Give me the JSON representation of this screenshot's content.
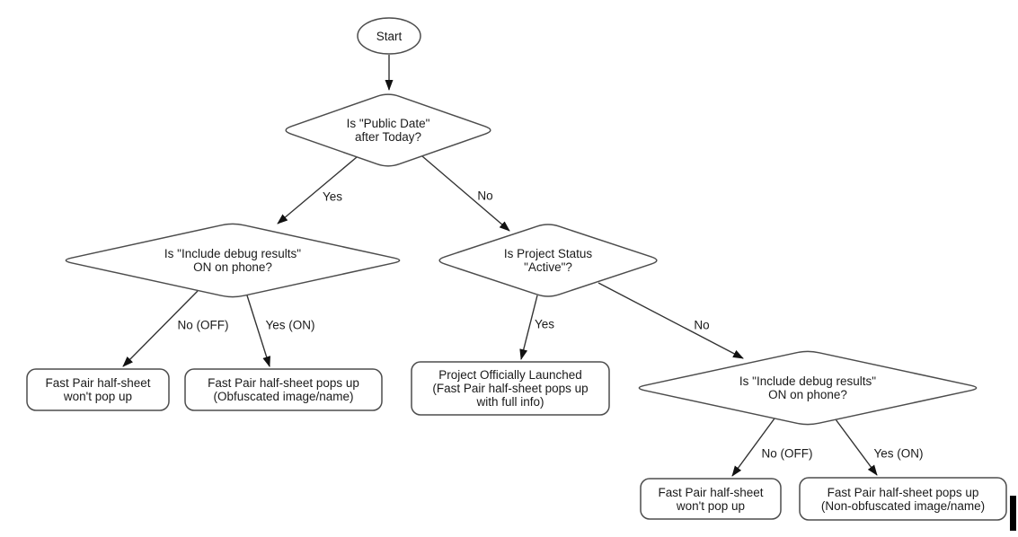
{
  "flowchart": {
    "colors": {
      "node_fill": "#ffffff",
      "node_stroke": "#4d4d4d",
      "edge_stroke": "#333333",
      "arrowhead": "#111111",
      "text": "#1a1a1a",
      "cursor": "#000000",
      "background": "#ffffff"
    },
    "nodes": {
      "start": {
        "type": "start-terminator",
        "label": "Start"
      },
      "public_date": {
        "type": "decision",
        "label": "Is \"Public Date\"\nafter Today?"
      },
      "debug_left": {
        "type": "decision",
        "label": "Is \"Include debug results\"\nON on phone?"
      },
      "project_status": {
        "type": "decision",
        "label": "Is Project Status\n\"Active\"?"
      },
      "debug_right": {
        "type": "decision",
        "label": "Is \"Include debug results\"\nON on phone?"
      },
      "no_popup_left": {
        "type": "result",
        "label": "Fast Pair half-sheet\nwon't pop up"
      },
      "obfuscated": {
        "type": "result",
        "label": "Fast Pair half-sheet pops up\n(Obfuscated image/name)"
      },
      "launched": {
        "type": "result",
        "label": "Project Officially Launched\n(Fast Pair half-sheet pops up\nwith full info)"
      },
      "no_popup_right": {
        "type": "result",
        "label": "Fast Pair half-sheet\nwon't pop up"
      },
      "non_obfuscated": {
        "type": "result",
        "label": "Fast Pair half-sheet pops up\n(Non-obfuscated image/name)"
      }
    },
    "edges": [
      {
        "from": "start",
        "to": "public_date",
        "label": ""
      },
      {
        "from": "public_date",
        "to": "debug_left",
        "label": "Yes"
      },
      {
        "from": "public_date",
        "to": "project_status",
        "label": "No"
      },
      {
        "from": "debug_left",
        "to": "no_popup_left",
        "label": "No (OFF)"
      },
      {
        "from": "debug_left",
        "to": "obfuscated",
        "label": "Yes (ON)"
      },
      {
        "from": "project_status",
        "to": "launched",
        "label": "Yes"
      },
      {
        "from": "project_status",
        "to": "debug_right",
        "label": "No"
      },
      {
        "from": "debug_right",
        "to": "no_popup_right",
        "label": "No (OFF)"
      },
      {
        "from": "debug_right",
        "to": "non_obfuscated",
        "label": "Yes (ON)"
      }
    ]
  }
}
